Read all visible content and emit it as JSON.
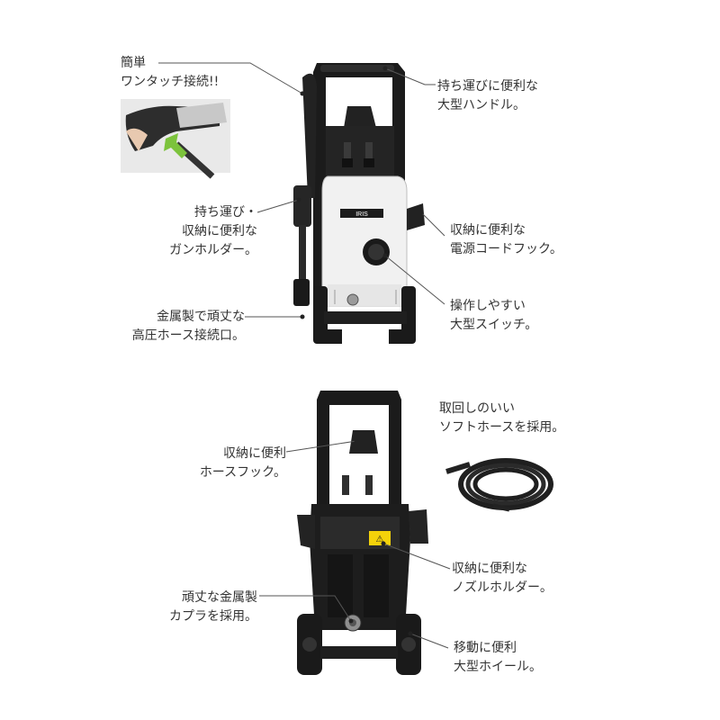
{
  "front_view": {
    "callouts": {
      "quick_connect": [
        "簡単",
        "ワンタッチ接続!!"
      ],
      "handle": [
        "持ち運びに便利な",
        "大型ハンドル。"
      ],
      "gun_holder": [
        "持ち運び・",
        "収納に便利な",
        "ガンホルダー。"
      ],
      "cord_hook": [
        "収納に便利な",
        "電源コードフック。"
      ],
      "switch": [
        "操作しやすい",
        "大型スイッチ。"
      ],
      "hose_port": [
        "金属製で頑丈な",
        "高圧ホース接続口。"
      ]
    },
    "brand_plate": "IRIS"
  },
  "back_view": {
    "callouts": {
      "soft_hose": [
        "取回しのいい",
        "ソフトホースを採用。"
      ],
      "hose_hook": [
        "収納に便利",
        "ホースフック。"
      ],
      "nozzle_holder": [
        "収納に便利な",
        "ノズルホルダー。"
      ],
      "coupler": [
        "頑丈な金属製",
        "カプラを採用。"
      ],
      "wheels": [
        "移動に便利",
        "大型ホイール。"
      ]
    }
  },
  "colors": {
    "body_white": "#f1f1f1",
    "body_black": "#1b1b1b",
    "warning_yellow": "#f4d20a",
    "arrow_green": "#7cc33c"
  }
}
